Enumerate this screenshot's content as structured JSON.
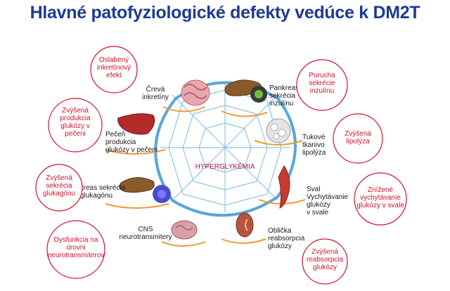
{
  "title": "Hlavné patofyziologické defekty vedúce k DM2T",
  "center_label": "HYPERGLYKÉMIA",
  "organs": [
    {
      "lines": [
        "Črevá",
        "inkretíny"
      ]
    },
    {
      "lines": [
        "Pankreas",
        "sekrécia",
        "inzulínu"
      ]
    },
    {
      "lines": [
        "Tukové",
        "tkanivo",
        "lipolýza"
      ]
    },
    {
      "lines": [
        "Sval",
        "Vychytávanie",
        "glukózy",
        "v svale"
      ]
    },
    {
      "lines": [
        "Oblička",
        "reabsorpcia",
        "glukózy"
      ]
    },
    {
      "lines": [
        "CNS",
        "neurotransmitery"
      ]
    },
    {
      "lines": [
        "Pankreas sekrécia",
        "glukagónu"
      ]
    },
    {
      "lines": [
        "Pečeň",
        "produkcia",
        "glukózy v pečeni"
      ]
    }
  ],
  "defects": [
    {
      "lines": [
        "Oslabený",
        "inkretínový",
        "efekt"
      ]
    },
    {
      "lines": [
        "Porucha",
        "sekrécie",
        "inzulínu"
      ]
    },
    {
      "lines": [
        "Zvýšená",
        "lipolýza"
      ]
    },
    {
      "lines": [
        "Znížené",
        "vychytávanie",
        "glukózy  v svale"
      ]
    },
    {
      "lines": [
        "Zvýšená",
        "reabsorpcia",
        "glukózy"
      ]
    },
    {
      "lines": [
        "Dysfunkcia na",
        "úrovni",
        "neurotransmiterov"
      ]
    },
    {
      "lines": [
        "Zvýšená",
        "sekrécia",
        "glukagónu"
      ]
    },
    {
      "lines": [
        "Zvýšená",
        "produkcia",
        "glukózy v",
        "pečeni"
      ]
    }
  ],
  "colors": {
    "title": "#1f3a93",
    "defect_circle": "#d0122b",
    "orange_arc": "#f29a2e",
    "web": "#8fc3e8"
  }
}
